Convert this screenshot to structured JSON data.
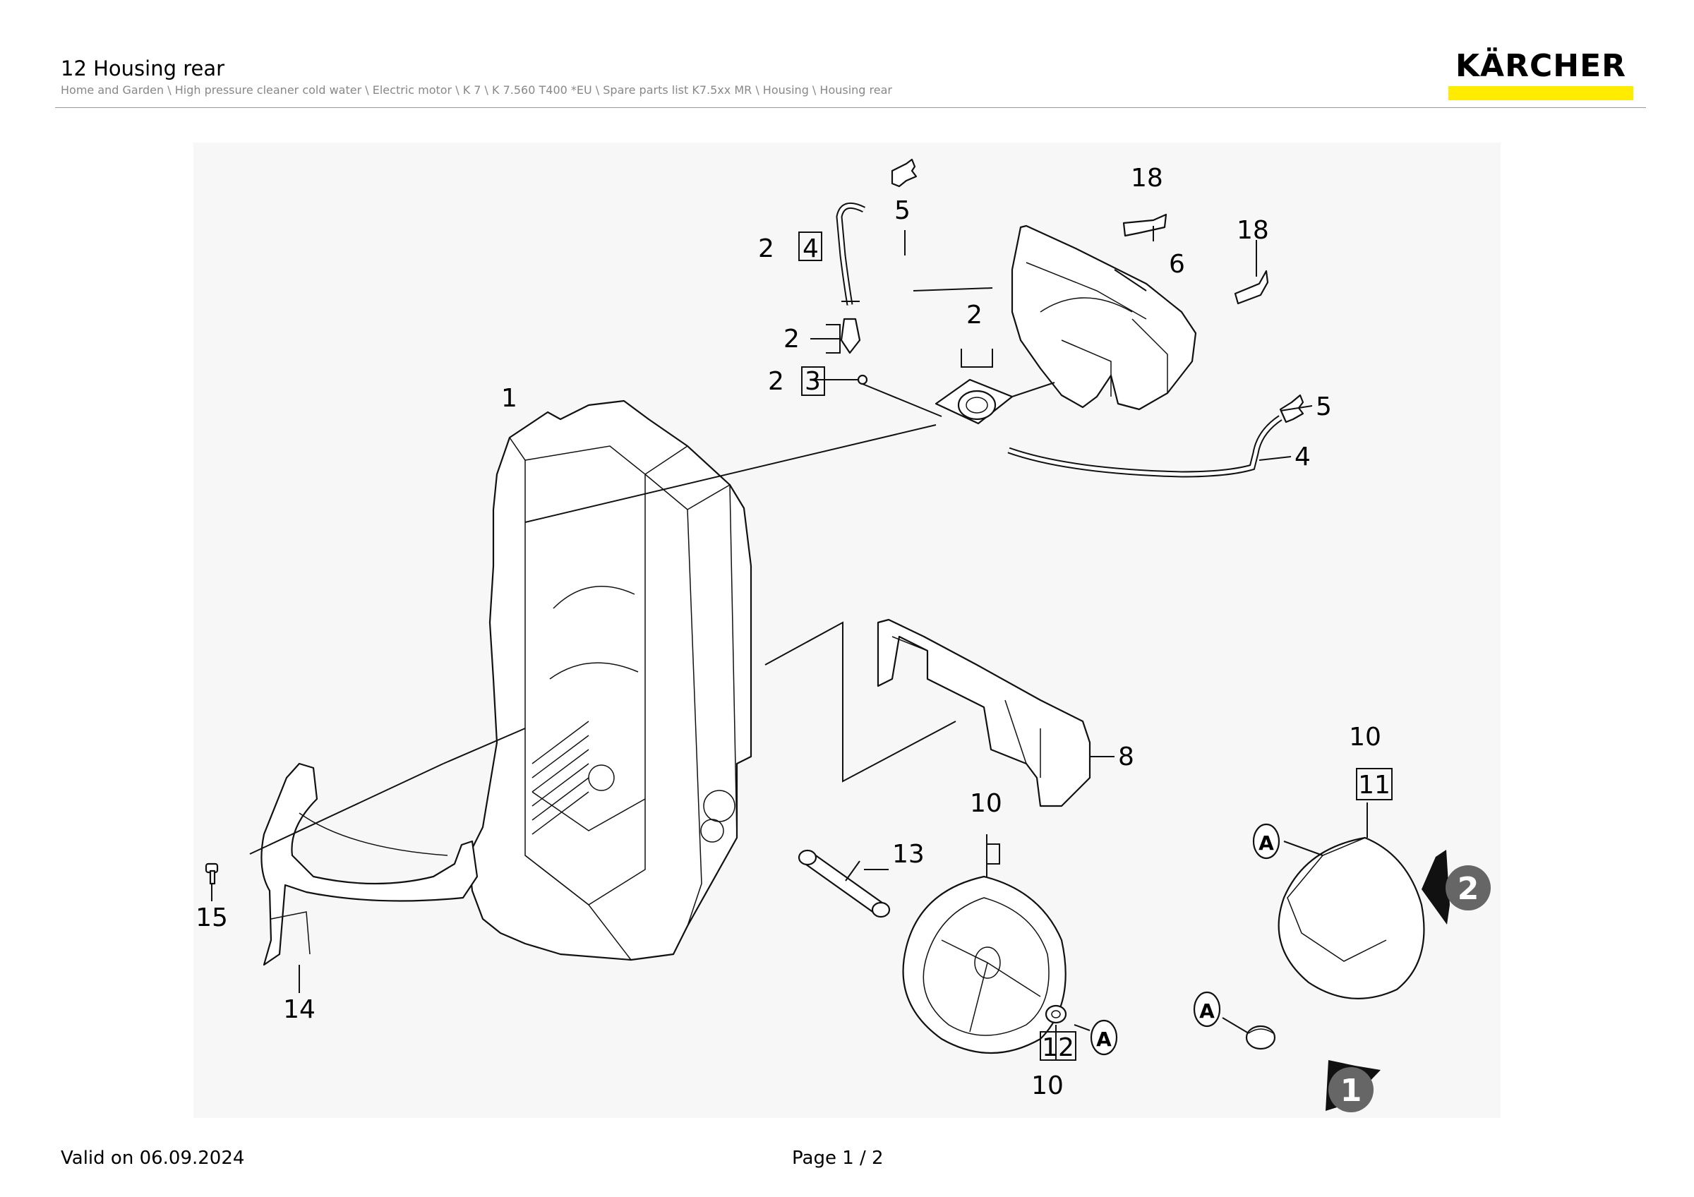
{
  "header": {
    "title": "12 Housing rear",
    "breadcrumb": "Home and Garden \\ High pressure cleaner cold water \\ Electric motor \\ K 7 \\ K 7.560 T400 *EU \\ Spare parts list K7.5xx MR \\ Housing \\ Housing rear"
  },
  "logo": {
    "text": "KÄRCHER",
    "bar_color": "#ffec00"
  },
  "drawing": {
    "callouts": {
      "c1": "1",
      "c2a": "2",
      "c4a": "4",
      "c2b": "2",
      "c2c": "2",
      "c3": "3",
      "c2d": "2",
      "c5a": "5",
      "c5b": "5",
      "c4b": "4",
      "c6": "6",
      "c18a": "18",
      "c18b": "18",
      "c8": "8",
      "c10a": "10",
      "c10b": "10",
      "c11": "11",
      "c10c": "10",
      "c12": "12",
      "c13": "13",
      "c14": "14",
      "c15": "15",
      "markA1": "A",
      "markA2": "A",
      "markA3": "A",
      "nav1": "1",
      "nav2": "2"
    }
  },
  "footer": {
    "valid": "Valid on 06.09.2024",
    "page": "Page 1 / 2"
  }
}
